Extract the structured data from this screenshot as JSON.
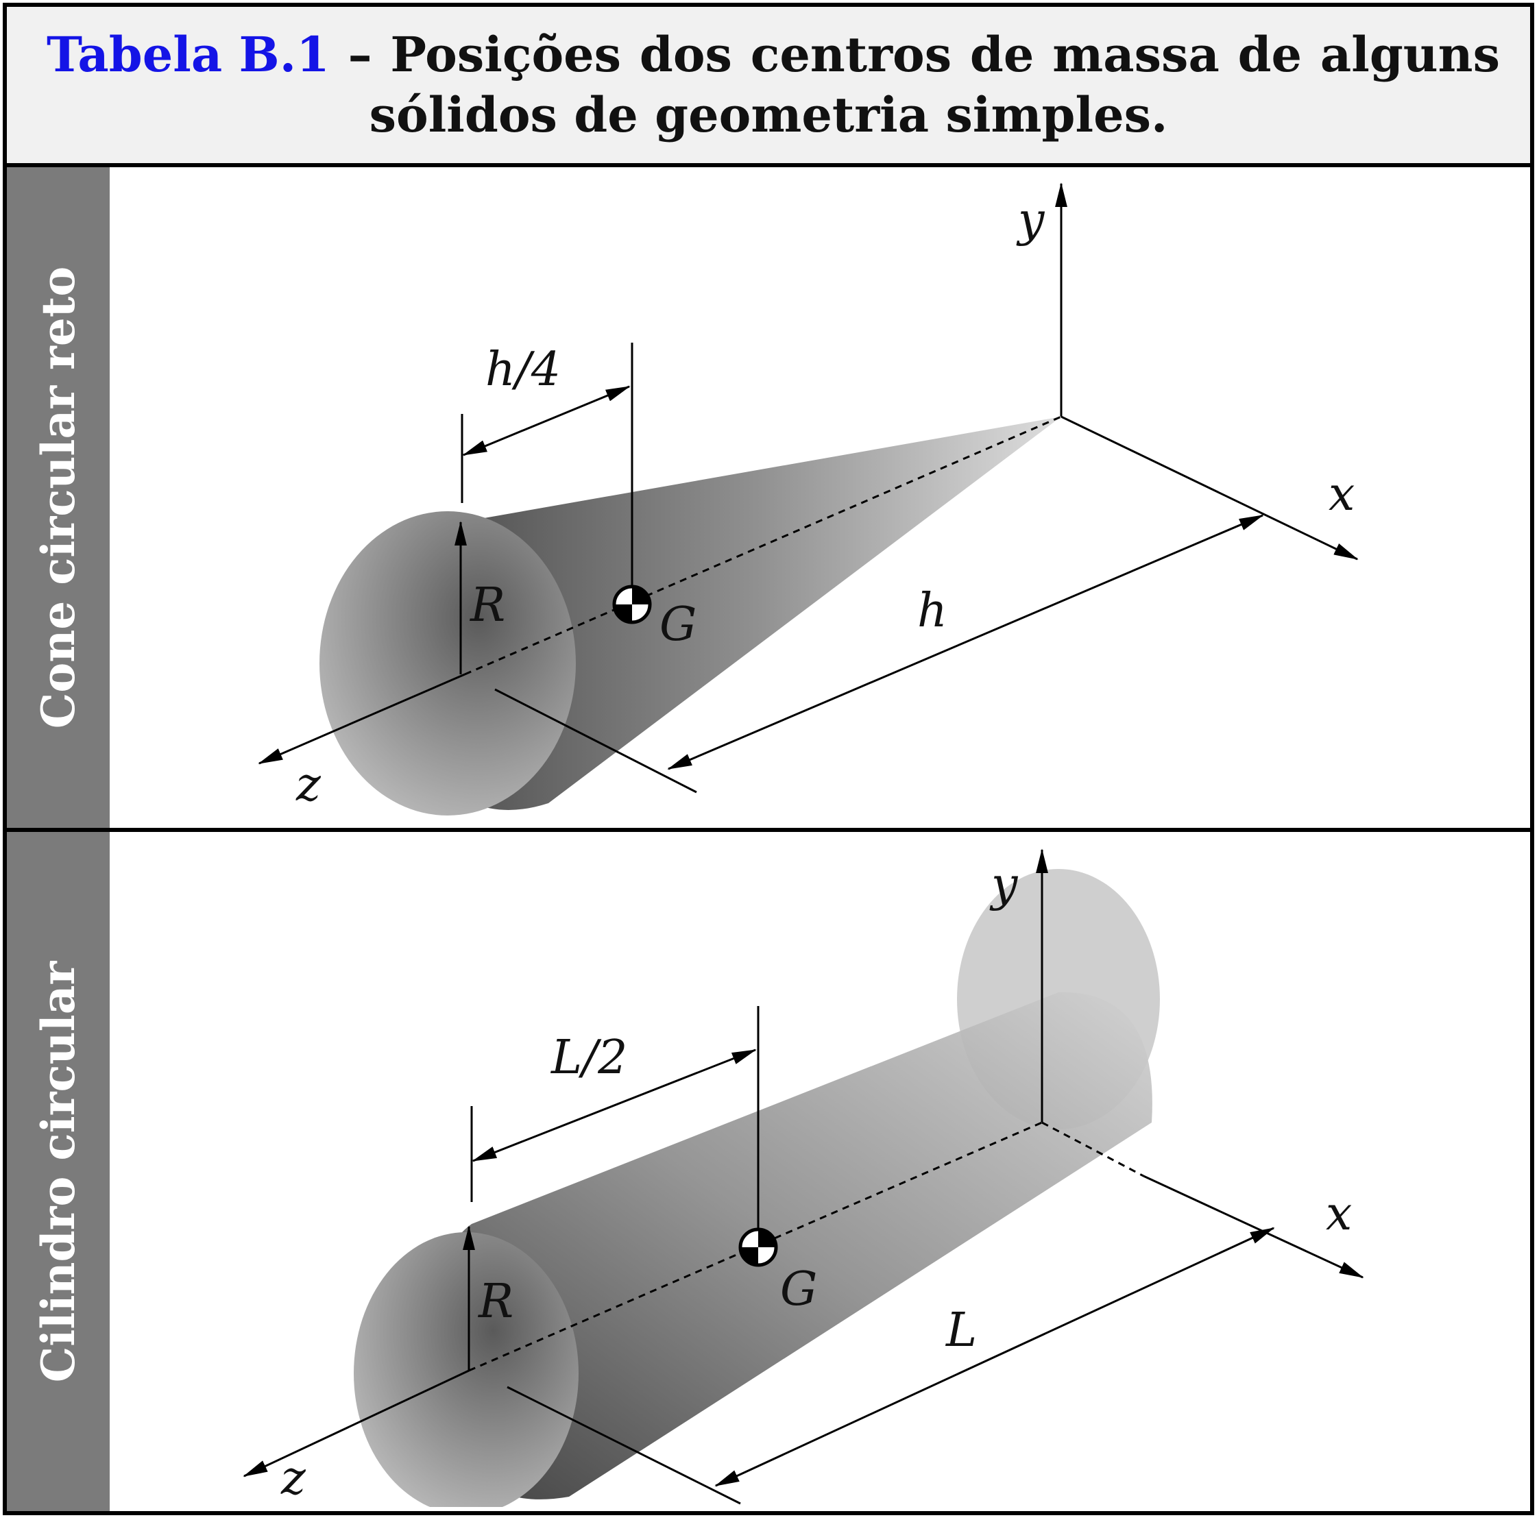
{
  "caption": {
    "table_label": "Tabela B.1",
    "dash": "–",
    "line1_words": [
      "Posições",
      "dos",
      "centros",
      "de",
      "massa",
      "de",
      "alguns"
    ],
    "line2": "sólidos de geometria simples."
  },
  "rows": [
    {
      "title": "Cone circular reto",
      "labels": {
        "y": "y",
        "x": "x",
        "z": "z",
        "R": "R",
        "G": "G",
        "offset": "h/4",
        "length": "h"
      }
    },
    {
      "title": "Cilindro circular",
      "labels": {
        "y": "y",
        "x": "x",
        "z": "z",
        "R": "R",
        "G": "G",
        "offset": "L/2",
        "length": "L"
      }
    }
  ],
  "colors": {
    "table_label": "#1414e6",
    "side_band": "#7b7b7b",
    "caption_bg": "#f1f1f1"
  }
}
